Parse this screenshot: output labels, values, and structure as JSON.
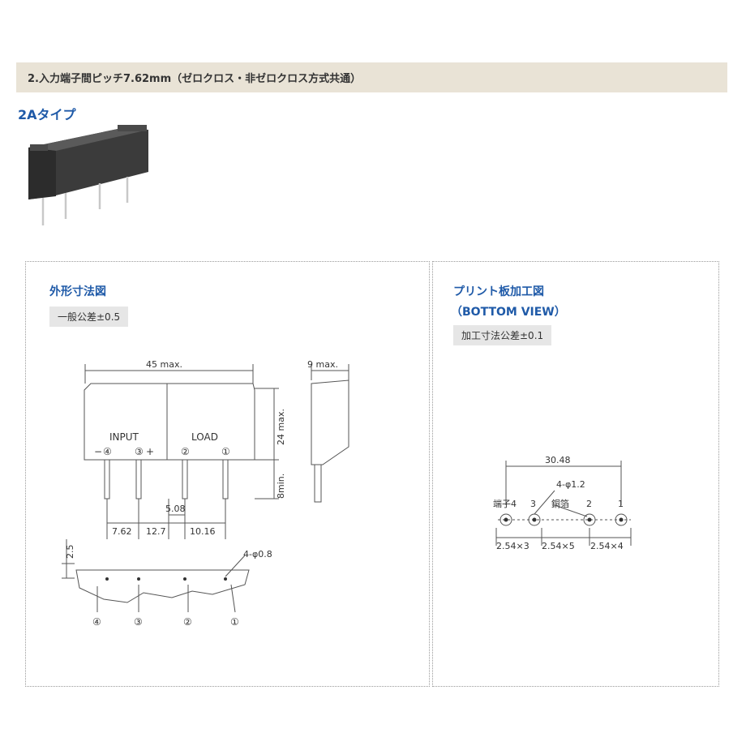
{
  "header": {
    "title": "2.入力端子間ピッチ7.62mm（ゼロクロス・非ゼロクロス方式共通）"
  },
  "type_label": "2Aタイプ",
  "outline": {
    "title": "外形寸法図",
    "tolerance": "一般公差±0.5",
    "dims": {
      "width": "45 max.",
      "depth": "9 max.",
      "height": "24 max.",
      "pin_len": "8min.",
      "pitch_small": "5.08",
      "p1": "7.62",
      "p2": "12.7",
      "p3": "10.16",
      "edge": "2.5",
      "holes": "4-φ0.8"
    },
    "labels": {
      "input": "INPUT",
      "load": "LOAD",
      "minus": "−",
      "plus": "+",
      "pin4": "④",
      "pin3": "③",
      "pin2": "②",
      "pin1": "①"
    }
  },
  "pcb": {
    "title": "プリント板加工図",
    "subtitle": "（BOTTOM VIEW）",
    "tolerance": "加工寸法公差±0.1",
    "dims": {
      "overall": "30.48",
      "holes": "4-φ1.2",
      "copper": "銅箔",
      "terminal": "端子4",
      "n3": "3",
      "n2": "2",
      "n1": "1",
      "s1": "2.54×3",
      "s2": "2.54×5",
      "s3": "2.54×4"
    }
  }
}
